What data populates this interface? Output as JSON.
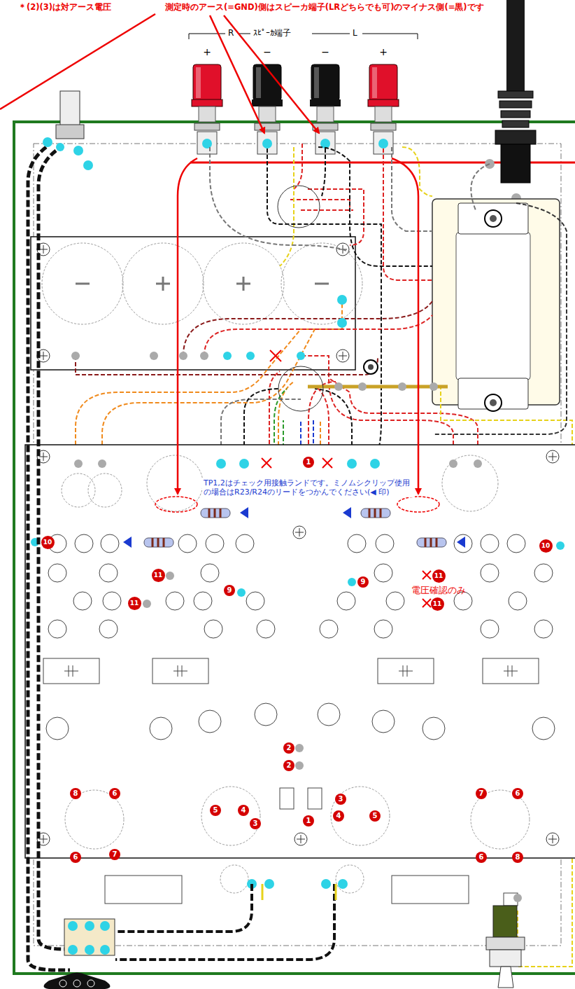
{
  "diagram": {
    "nodes": [
      {
        "text": [
          "1"
        ]
      },
      {
        "text": [
          "10"
        ]
      },
      {
        "text": [
          "10"
        ]
      },
      {
        "text": [
          "11"
        ]
      },
      {
        "text": [
          "11"
        ]
      },
      {
        "text": [
          "9"
        ]
      },
      {
        "text": [
          "9"
        ]
      },
      {
        "text": [
          "11"
        ]
      },
      {
        "text": [
          "11"
        ]
      },
      {
        "text": [
          "2"
        ]
      },
      {
        "text": [
          "2"
        ]
      },
      {
        "text": [
          "8"
        ]
      },
      {
        "text": [
          "6"
        ]
      },
      {
        "text": [
          "7"
        ]
      },
      {
        "text": [
          "6"
        ]
      },
      {
        "text": [
          "3"
        ]
      },
      {
        "text": [
          "5"
        ]
      },
      {
        "text": [
          "4"
        ]
      },
      {
        "text": [
          "4"
        ]
      },
      {
        "text": [
          "5"
        ]
      },
      {
        "text": [
          "3"
        ]
      },
      {
        "text": [
          "1"
        ]
      },
      {
        "text": [
          "7"
        ]
      },
      {
        "text": [
          "6"
        ]
      },
      {
        "text": [
          "6"
        ]
      },
      {
        "text": [
          "8"
        ]
      }
    ],
    "labels": [
      "＊(2)(3)は対アース電圧",
      "測定時のアース(=GND)側はスピーカ端子(LRどちらでも可)のマイナス側(=黒)です",
      "R",
      "ｽﾋﾟｰｶ端子",
      "L",
      "+",
      "−",
      "−",
      "+",
      "TP1,2はチェック用接触ランドです。ミノムシクリップ使用の場合はR23/R24のリードをつかんでください(◀ 印)",
      "電圧確認のみ"
    ]
  }
}
